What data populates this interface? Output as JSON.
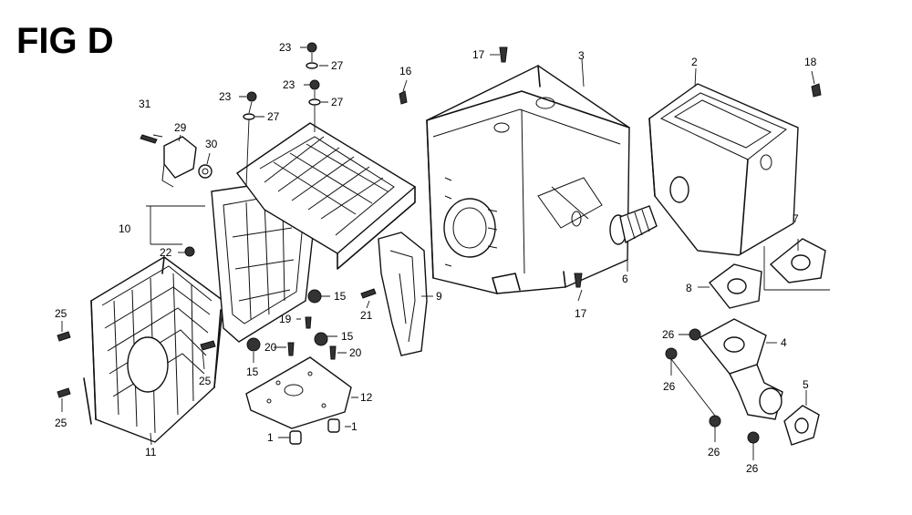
{
  "figure": {
    "title": "FIG D"
  },
  "callouts": {
    "c1a": "1",
    "c1b": "1",
    "c2": "2",
    "c3": "3",
    "c4": "4",
    "c5": "5",
    "c6": "6",
    "c7": "7",
    "c8": "8",
    "c9": "9",
    "c10": "10",
    "c11": "11",
    "c12": "12",
    "c15a": "15",
    "c15b": "15",
    "c15c": "15",
    "c16": "16",
    "c17a": "17",
    "c17b": "17",
    "c18": "18",
    "c19": "19",
    "c20a": "20",
    "c20b": "20",
    "c21": "21",
    "c22": "22",
    "c23a": "23",
    "c23b": "23",
    "c23c": "23",
    "c25a": "25",
    "c25b": "25",
    "c25c": "25",
    "c26a": "26",
    "c26b": "26",
    "c26c": "26",
    "c26d": "26",
    "c27a": "27",
    "c27b": "27",
    "c27c": "27",
    "c29": "29",
    "c30": "30",
    "c31": "31"
  }
}
